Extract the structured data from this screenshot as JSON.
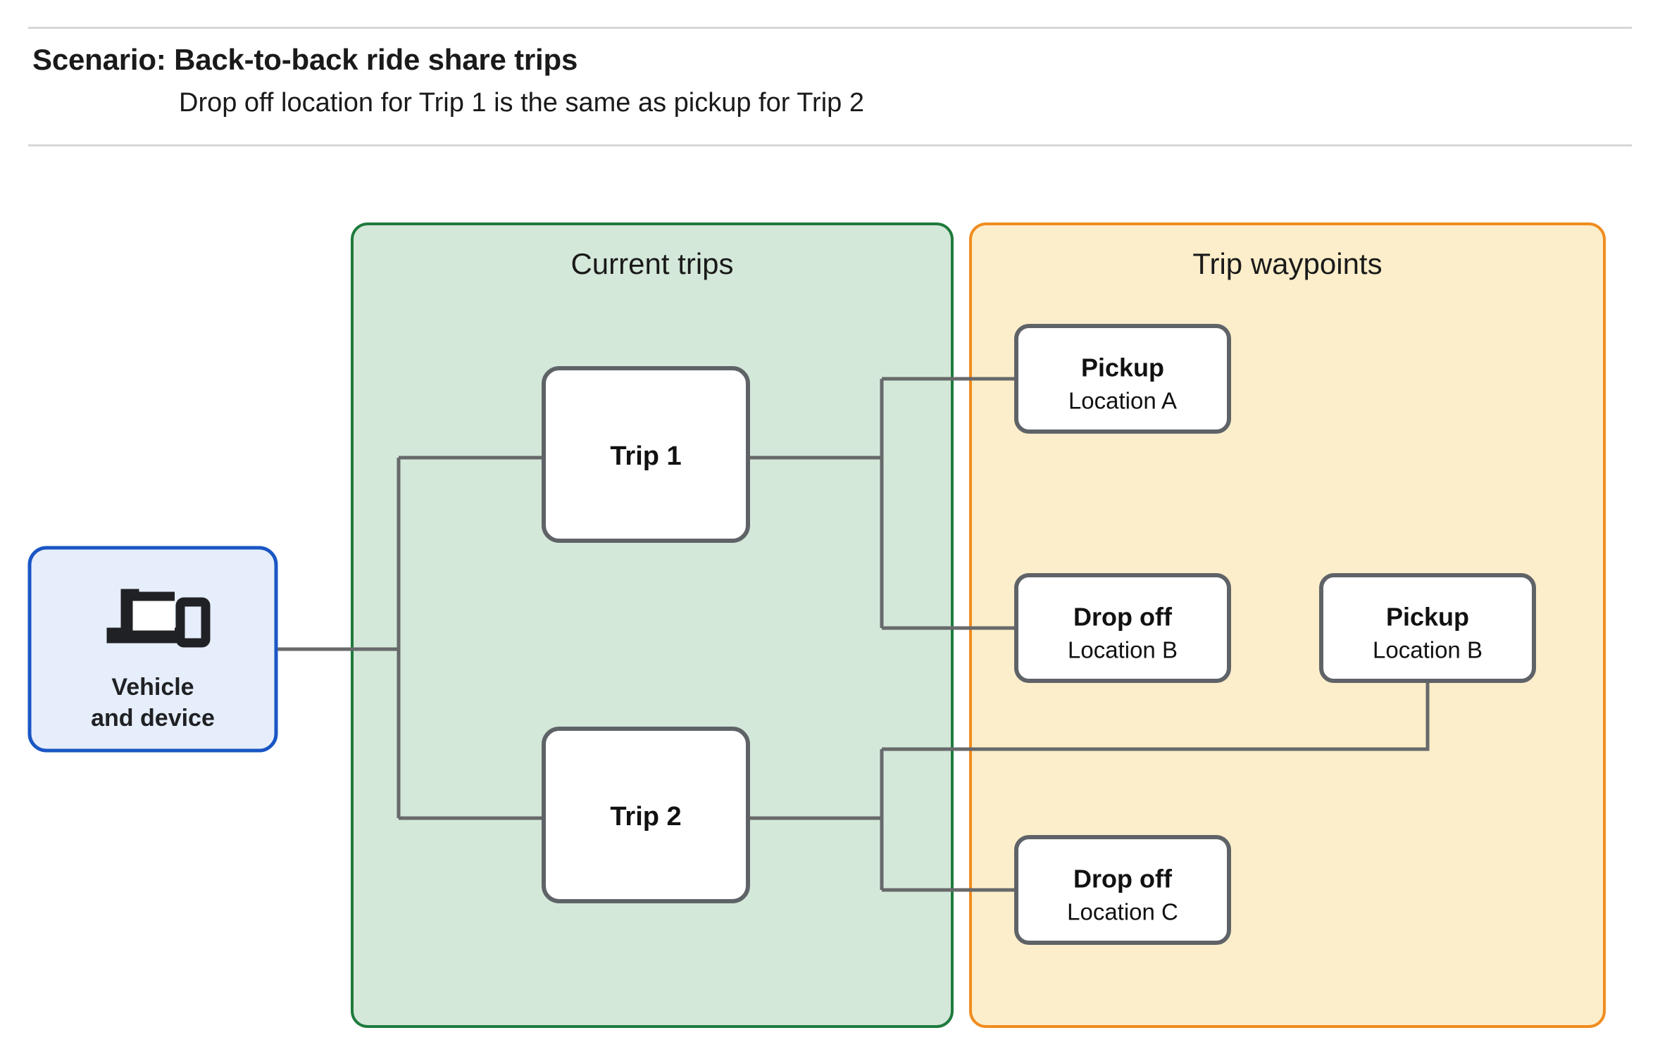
{
  "header": {
    "title": "Scenario: Back-to-back ride share trips",
    "subtitle": "Drop off  location for Trip 1 is the same as pickup for Trip 2"
  },
  "colors": {
    "green_panel_fill": "#d4e8d9",
    "green_panel_border": "#1e7a3c",
    "orange_panel_fill": "#fceeca",
    "orange_panel_border": "#f08c1e",
    "blue_node_fill": "#e6eefc",
    "blue_node_border": "#1a56c4",
    "node_fill": "#ffffff",
    "node_border": "#5f6368",
    "edge": "#67696b",
    "rule": "#d5d6d7",
    "text": "#1a1a1a"
  },
  "vehicle_node": {
    "icon": "devices-icon",
    "label_line1": "Vehicle",
    "label_line2": "and device"
  },
  "groups": [
    {
      "id": "current-trips",
      "label": "Current trips"
    },
    {
      "id": "trip-waypoints",
      "label": "Trip waypoints"
    }
  ],
  "trips": [
    {
      "id": "trip-1",
      "label": "Trip 1"
    },
    {
      "id": "trip-2",
      "label": "Trip 2"
    }
  ],
  "waypoints": [
    {
      "id": "waypoint-pickup-a",
      "title": "Pickup",
      "location": "Location A"
    },
    {
      "id": "waypoint-dropoff-b",
      "title": "Drop off",
      "location": "Location B"
    },
    {
      "id": "waypoint-pickup-b",
      "title": "Pickup",
      "location": "Location B"
    },
    {
      "id": "waypoint-dropoff-c",
      "title": "Drop off",
      "location": "Location C"
    }
  ]
}
